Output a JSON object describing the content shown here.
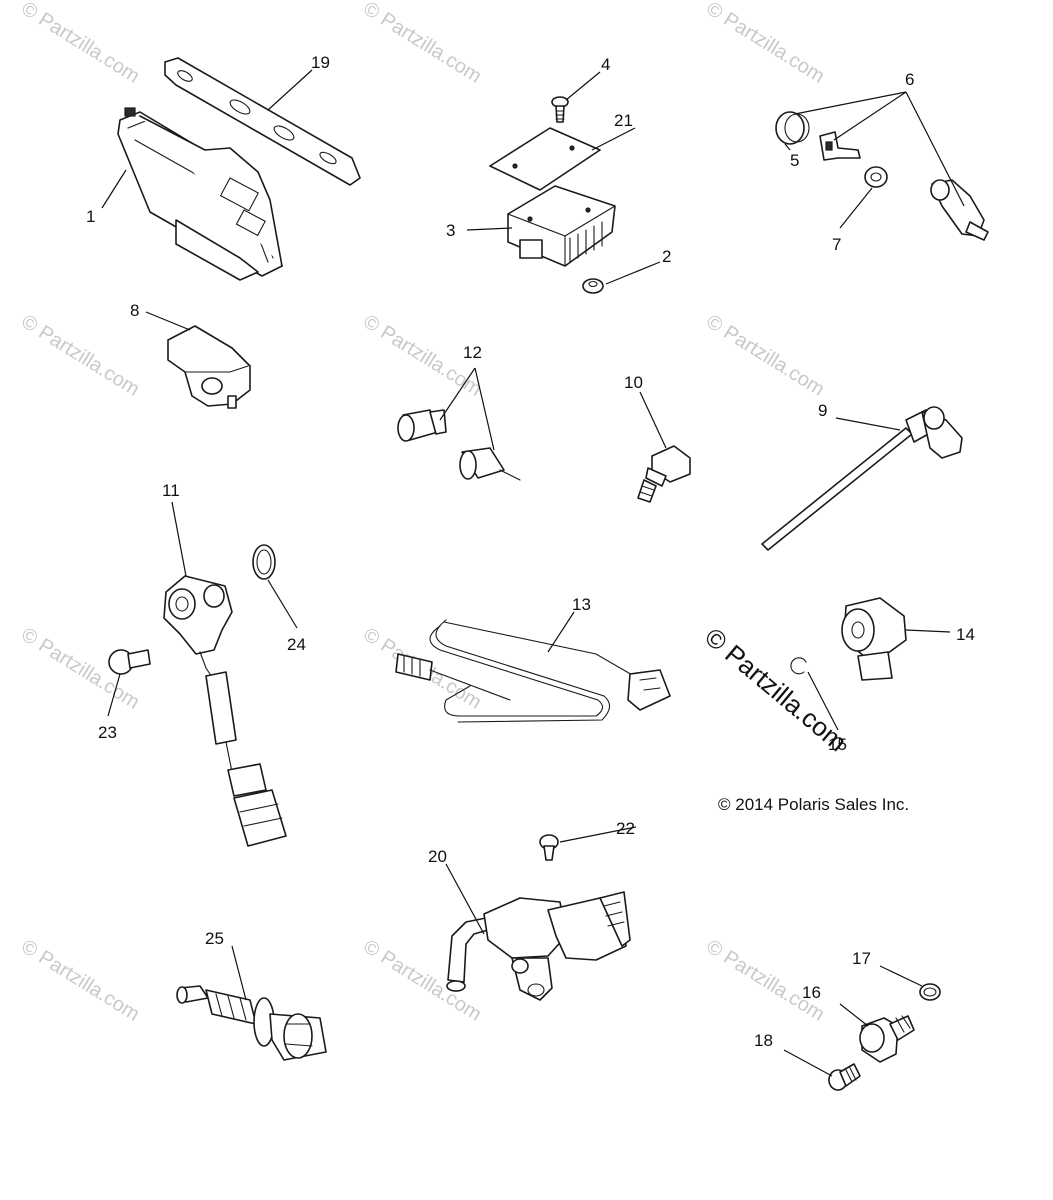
{
  "watermark": {
    "text": "© Partzilla.com",
    "prominent_text": "© Partzilla.com"
  },
  "copyright": "© 2014 Polaris Sales Inc.",
  "callouts": [
    "1",
    "2",
    "3",
    "4",
    "5",
    "6",
    "7",
    "8",
    "9",
    "10",
    "11",
    "12",
    "13",
    "14",
    "15",
    "16",
    "17",
    "18",
    "19",
    "20",
    "21",
    "22",
    "23",
    "24",
    "25"
  ]
}
